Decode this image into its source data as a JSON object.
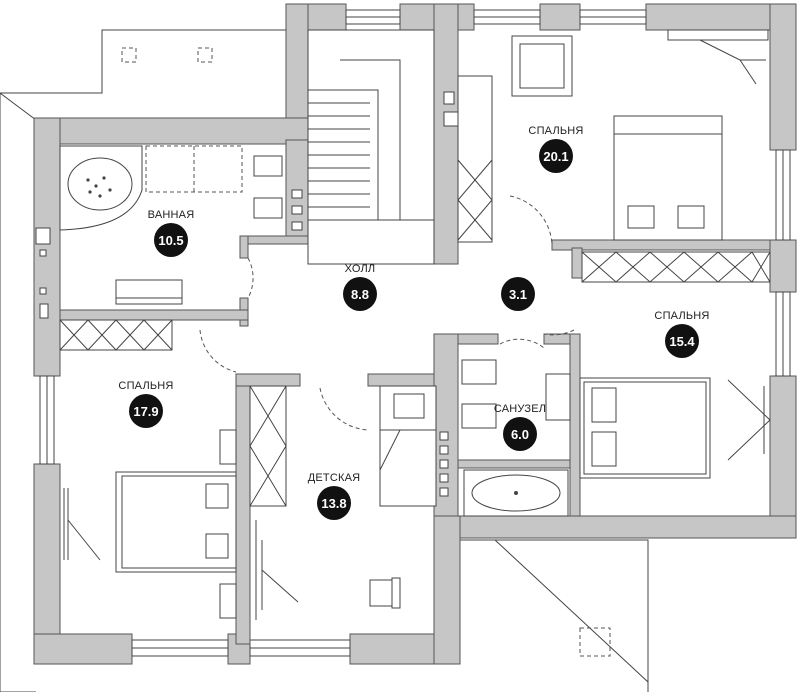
{
  "colors": {
    "wall": "#c6c6c6",
    "wall_outline": "#555555",
    "badge": "#111111",
    "badge_text": "#ffffff",
    "line": "#444444"
  },
  "rooms": [
    {
      "id": "bathroom",
      "name": "ВАННАЯ",
      "area": "10.5"
    },
    {
      "id": "hall",
      "name": "ХОЛЛ",
      "area": "8.8"
    },
    {
      "id": "corridor",
      "name": "",
      "area": "3.1"
    },
    {
      "id": "bedroom-top",
      "name": "СПАЛЬНЯ",
      "area": "20.1"
    },
    {
      "id": "bedroom-right",
      "name": "СПАЛЬНЯ",
      "area": "15.4"
    },
    {
      "id": "bedroom-left",
      "name": "СПАЛЬНЯ",
      "area": "17.9"
    },
    {
      "id": "wc",
      "name": "САНУЗЕЛ",
      "area": "6.0"
    },
    {
      "id": "kids",
      "name": "ДЕТСКАЯ",
      "area": "13.8"
    }
  ]
}
